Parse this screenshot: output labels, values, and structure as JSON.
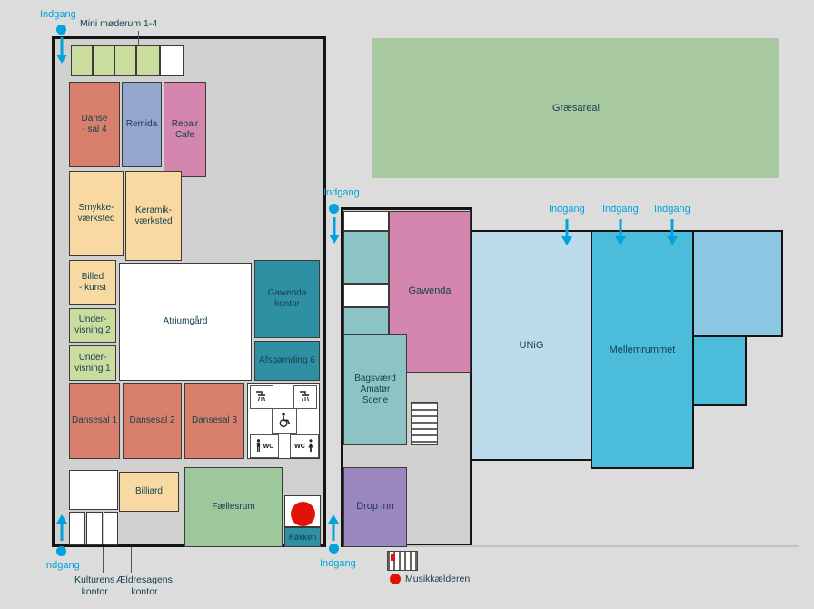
{
  "entrance": {
    "label": "Indgang"
  },
  "colors": {
    "entrance_blue": "#00a3dd",
    "marker_red": "#e01307",
    "room_salmon": "#d9806c",
    "room_pink": "#d486ae",
    "room_periwinkle": "#95a6cd",
    "room_tan": "#f7d9a1",
    "room_light_green": "#cbdc9f",
    "room_green": "#9dc89d",
    "room_teal": "#2f8fa3",
    "room_teal_light": "#8cc3c4",
    "room_purple": "#9c86c0",
    "room_cyan": "#4bbcd9",
    "room_pale_blue": "#bcdcec",
    "room_mid_blue": "#8cc8e4",
    "grass_green": "#a9c9a3",
    "building_gray": "#d1d1d0",
    "background_gray": "#dbdcdb"
  },
  "rooms": {
    "dansesal4": {
      "label": "Danse\n- sal 4"
    },
    "remida": {
      "label": "Remida"
    },
    "repair_cafe": {
      "label": "Repair\nCafe"
    },
    "smykkevaerksted": {
      "label": "Smykke-\nværksted"
    },
    "keramikvaerksted": {
      "label": "Keramik-\nværksted"
    },
    "billedkunst": {
      "label": "Billed\n- kunst"
    },
    "undervisning2": {
      "label": "Under-\nvisning 2"
    },
    "undervisning1": {
      "label": "Under-\nvisning 1"
    },
    "atriumgaard": {
      "label": "Atriumgård"
    },
    "gawenda_kontor": {
      "label": "Gawenda\nkontor"
    },
    "afspaending6": {
      "label": "Afspænding 6"
    },
    "dansesal1": {
      "label": "Dansesal 1"
    },
    "dansesal2": {
      "label": "Dansesal 2"
    },
    "dansesal3": {
      "label": "Dansesal 3"
    },
    "billiard": {
      "label": "Billiard"
    },
    "faellesrum": {
      "label": "Fællesrum"
    },
    "koekken": {
      "label": "Køkken"
    }
  },
  "areas": {
    "graesareal": {
      "label": "Græsareal"
    },
    "gawenda_hall": {
      "label": "Gawenda"
    },
    "bagsvaerd_scene": {
      "label": "Bagsværd\nAmatør\nScene"
    },
    "unig": {
      "label": "UNiG"
    },
    "mellemrummet": {
      "label": "Mellemrummet"
    },
    "drop_inn": {
      "label": "Drop inn"
    }
  },
  "annotations": {
    "mini_moderum": {
      "label": "Mini møderum 1-4"
    },
    "kulturens_kontor": {
      "label": "Kulturens\nkontor"
    },
    "aeldresagens_kontor": {
      "label": "Ældresagens\nkontor"
    },
    "musikkaelderen": {
      "label": "Musikkælderen"
    }
  },
  "facilities": {
    "wc": "WC"
  }
}
